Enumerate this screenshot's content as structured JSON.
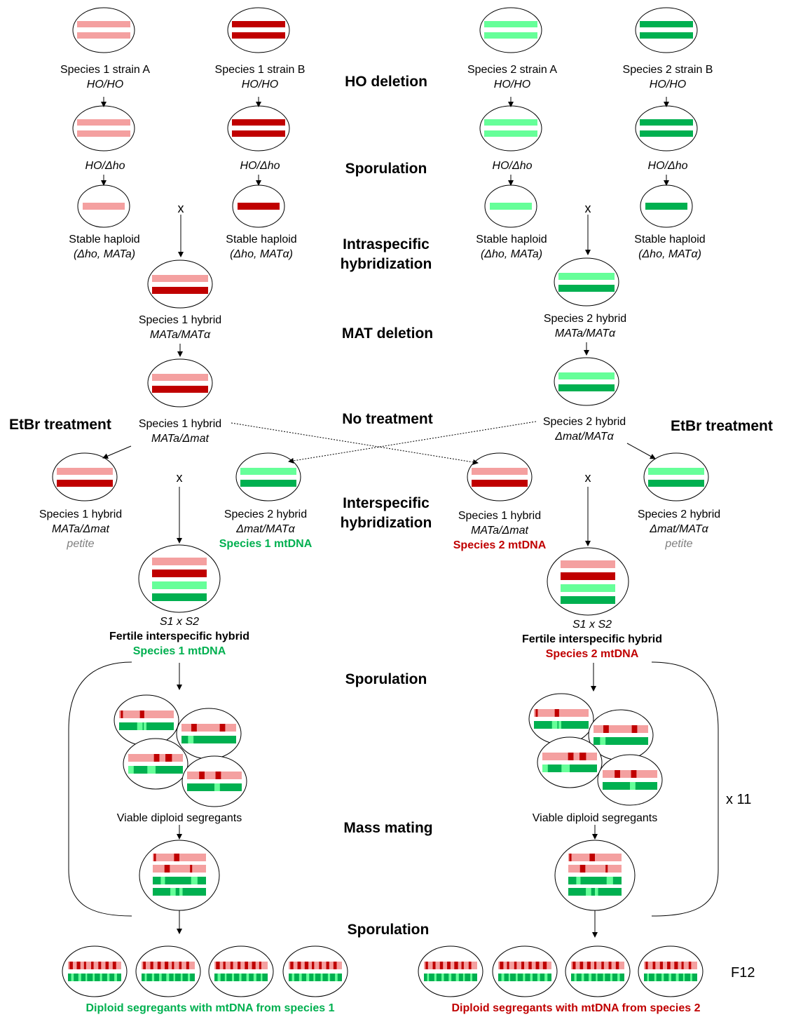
{
  "colors": {
    "s1_light": "#f4a0a0",
    "s1_dark": "#c00000",
    "s2_light": "#66ff99",
    "s2_dark": "#00b050",
    "mt_s1_green": "#00b050",
    "mt_s2_red": "#c00000",
    "petite_gray": "#7f7f7f"
  },
  "steps": {
    "ho_deletion": "HO deletion",
    "sporulation_1": "Sporulation",
    "intraspecific_1": "Intraspecific",
    "intraspecific_2": "hybridization",
    "mat_deletion": "MAT deletion",
    "no_treatment": "No treatment",
    "interspecific_1": "Interspecific",
    "interspecific_2": "hybridization",
    "sporulation_2": "Sporulation",
    "mass_mating": "Mass mating",
    "sporulation_3": "Sporulation"
  },
  "strains": {
    "s1a_name": "Species 1 strain A",
    "s1b_name": "Species 1 strain B",
    "s2a_name": "Species 2 strain A",
    "s2b_name": "Species 2 strain B",
    "genotype_ho": "HO/HO",
    "genotype_ho_del": "HO/Δho",
    "stable_haploid": "Stable haploid",
    "geno_a": "(Δho, MATa)",
    "geno_alpha": "(Δho, MATα)"
  },
  "cross_symbol": "x",
  "hybrids": {
    "s1_hybrid": "Species 1 hybrid",
    "s2_hybrid": "Species 2 hybrid",
    "mata_matalpha": "MATa/MATα",
    "mata_dmat": "MATa/Δmat",
    "dmat_matalpha": "Δmat/MATα",
    "petite": "petite",
    "s1_mtdna": "Species 1 mtDNA",
    "s2_mtdna": "Species 2 mtDNA"
  },
  "etbr": "EtBr treatment",
  "fertile": {
    "cross": "S1 x S2",
    "label": "Fertile interspecific hybrid",
    "left_mt": "Species 1 mtDNA",
    "right_mt": "Species 2 mtDNA"
  },
  "segregants": "Viable diploid segregants",
  "repeat": "x 11",
  "generation": "F12",
  "bottom": {
    "left": "Diploid segregants with mtDNA from species 1",
    "right": "Diploid segregants with mtDNA from species 2"
  }
}
